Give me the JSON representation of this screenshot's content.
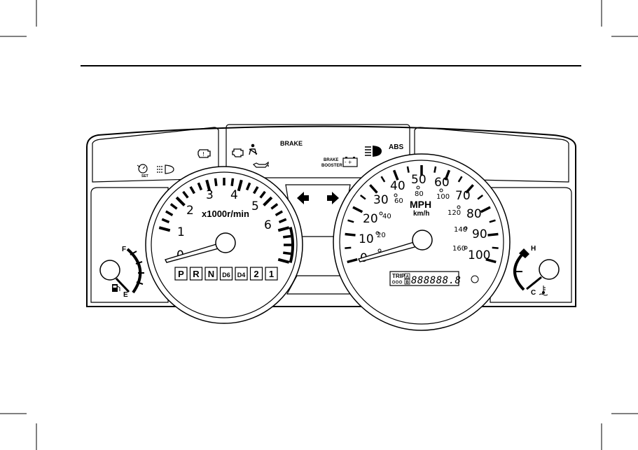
{
  "tach": {
    "labels": [
      "0",
      "1",
      "2",
      "3",
      "4",
      "5",
      "6"
    ],
    "unit": "x1000r/min",
    "redline_from": 5
  },
  "speedo": {
    "mph_labels": [
      "0",
      "10",
      "20",
      "30",
      "40",
      "50",
      "60",
      "70",
      "80",
      "90",
      "100"
    ],
    "kmh_labels": [
      "20",
      "40",
      "60",
      "80",
      "100",
      "120",
      "140",
      "160"
    ],
    "unit_main": "MPH",
    "unit_sub": "km/h"
  },
  "fuel": {
    "full": "F",
    "empty": "E"
  },
  "temp": {
    "hot": "H",
    "cold": "C"
  },
  "gear_positions": [
    "P",
    "R",
    "N",
    "D6",
    "D4",
    "2",
    "1"
  ],
  "odometer": {
    "trip_label": "TRIP",
    "a_label": "A",
    "b_label": "B",
    "digits": "888888.8"
  },
  "warnings": {
    "brake": "BRAKE",
    "brake_booster_line1": "BRAKE",
    "brake_booster_line2": "BOOSTER",
    "abs": "ABS",
    "cruise_set": "SET"
  },
  "icons": [
    "check-engine-icon",
    "oil-pressure-icon",
    "seatbelt-icon",
    "engine-warning-icon",
    "cruise-control-icon",
    "fog-light-icon",
    "battery-icon",
    "high-beam-icon",
    "turn-left-icon",
    "turn-right-icon",
    "fuel-pump-icon",
    "coolant-temp-icon"
  ]
}
